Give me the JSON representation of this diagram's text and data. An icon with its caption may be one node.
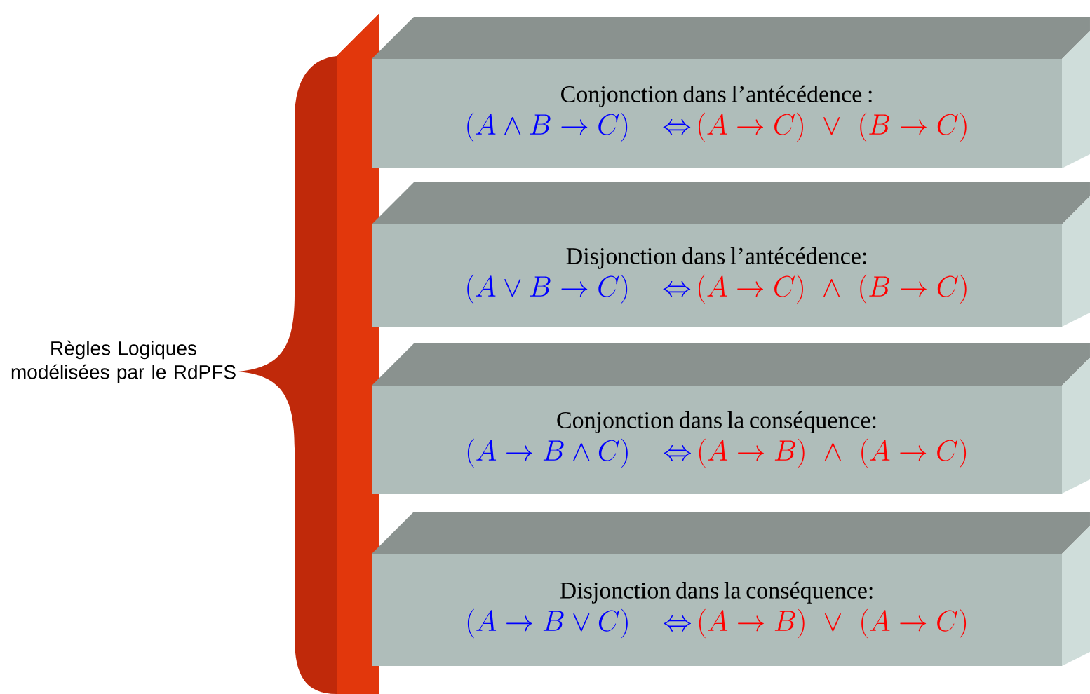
{
  "diagram": {
    "nodes": [
      {
        "text": [
          "Conjonction dans l’antécédence :",
          "\\left(A\\wedge B\\rightarrow C\\right)\\Leftrightarrow",
          "\\left(A\\rightarrow C\\right)\\vee\\left(B\\rightarrow C\\right)"
        ]
      },
      {
        "text": [
          "Disjonction dans l’antécédence:",
          "\\left(A\\vee B\\rightarrow C\\right)\\Leftrightarrow",
          "\\left(A\\rightarrow C\\right)\\wedge\\left(B\\rightarrow C\\right)"
        ]
      },
      {
        "text": [
          "Conjonction dans la conséquence:",
          "\\left(A\\rightarrow B\\wedge C\\right)\\Leftrightarrow",
          "\\left(A\\rightarrow B\\right)\\wedge\\left(A\\rightarrow C\\right)"
        ]
      },
      {
        "text": [
          "Disjonction dans la conséquence:",
          "\\left(A\\rightarrow B\\vee C\\right)\\Leftrightarrow",
          "\\left(A\\rightarrow B\\right)\\vee\\left(A\\rightarrow C\\right)"
        ]
      }
    ],
    "labels": [
      "Règles Logiques modélisées par le RdPFS"
    ]
  }
}
